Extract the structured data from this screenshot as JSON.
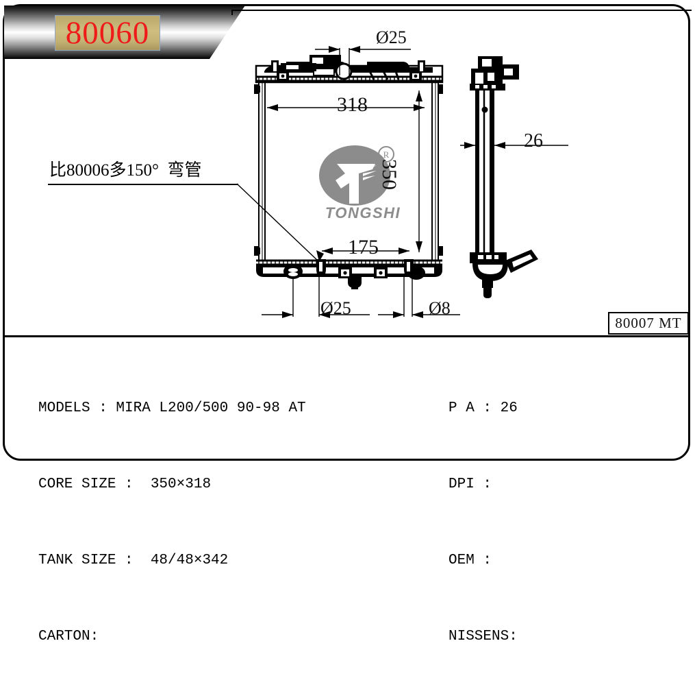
{
  "header": {
    "part_code": "80060",
    "banner_style": "metallic-gradient-parallelogram"
  },
  "drawing": {
    "brand_logo": {
      "name": "TONGSHI",
      "wordmark": "TONGSHI",
      "registered_mark": "®",
      "color": "#8c8c8c"
    },
    "annotation": {
      "text": "比80006多150°  弯管",
      "leader": "line from text to bottom tank inlet"
    },
    "drawing_number": "80007  MT",
    "dimensions": {
      "core_width": "318",
      "core_height": "350",
      "inlet_spacing": "175",
      "top_inlet_dia": "Ø25",
      "bottom_outlet_dia": "Ø25",
      "drain_dia": "Ø8",
      "core_thickness": "26"
    },
    "views": {
      "front": "front elevation of radiator core with top and bottom tanks",
      "side": "right side elevation showing thickness and filler neck"
    }
  },
  "specs": {
    "left_lines": [
      "MODELS : MIRA L200/500 90-98 AT",
      "CORE SIZE :  350×318",
      "TANK SIZE :  48/48×342",
      "CARTON:"
    ],
    "right_lines": [
      "P A : 26",
      "DPI :",
      "OEM :",
      "NISSENS:"
    ],
    "fields": {
      "models_label": "MODELS :",
      "models_value": "MIRA L200/500 90-98 AT",
      "core_size_label": "CORE SIZE :",
      "core_size_value": "350×318",
      "tank_size_label": "TANK SIZE :",
      "tank_size_value": "48/48×342",
      "carton_label": "CARTON:",
      "carton_value": "",
      "pa_label": "P A :",
      "pa_value": "26",
      "dpi_label": "DPI :",
      "dpi_value": "",
      "oem_label": "OEM :",
      "oem_value": "",
      "nissens_label": "NISSENS:",
      "nissens_value": ""
    }
  },
  "colors": {
    "line": "#000000",
    "code_red": "#ef1b1b",
    "code_plate": "#c3b173",
    "logo_gray": "#8c8c8c",
    "dim_text": "#111111"
  }
}
